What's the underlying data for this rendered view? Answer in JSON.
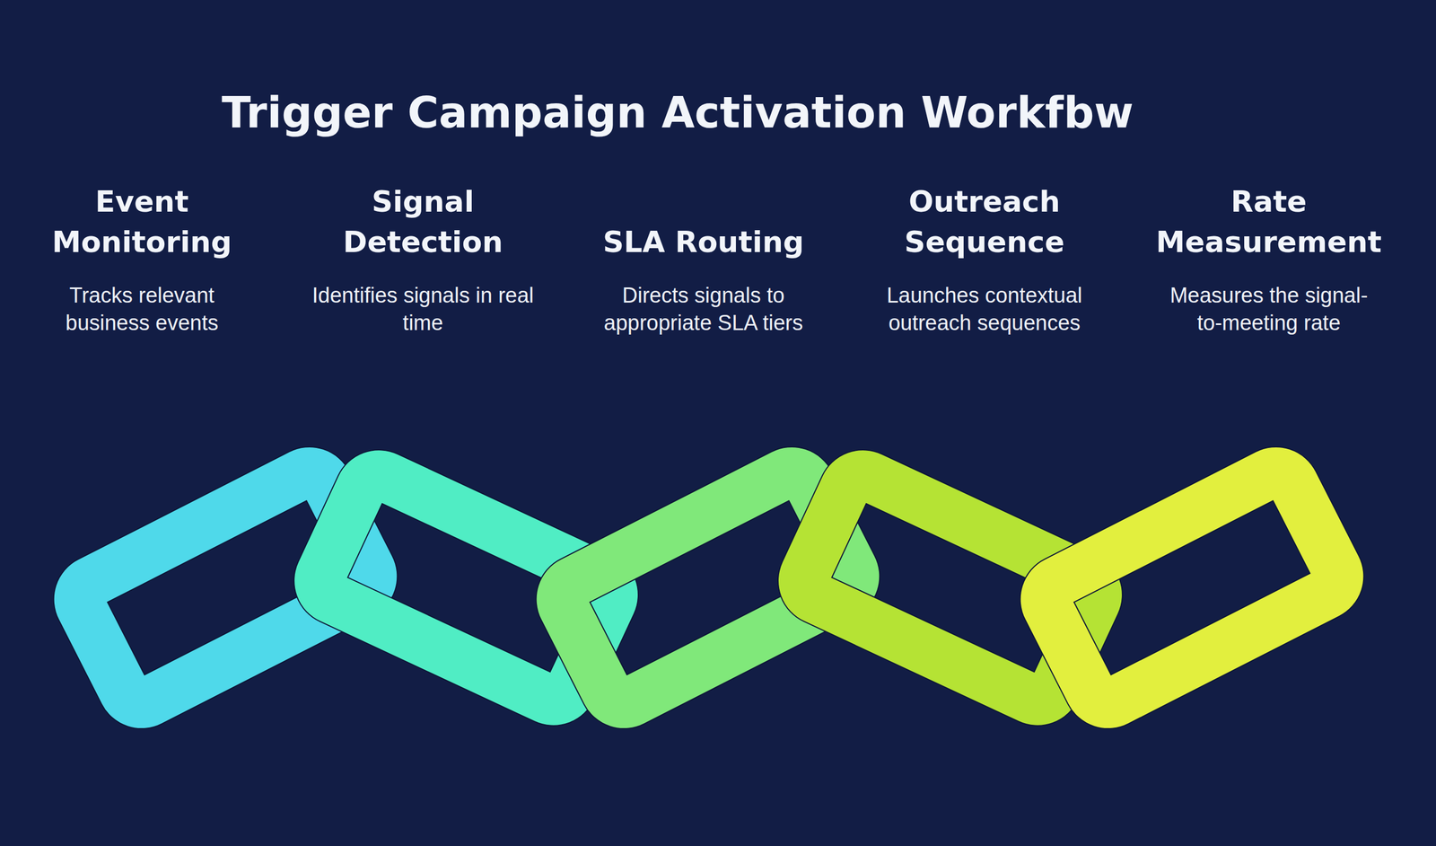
{
  "diagram": {
    "title": "Trigger Campaign Activation Workfbw",
    "nodes": [
      {
        "text": [
          "Event Monitoring",
          "Tracks relevant business events"
        ]
      },
      {
        "text": [
          "Signal Detection",
          "Identifies signals in real time"
        ]
      },
      {
        "text": [
          "SLA Routing",
          "Directs signals to appropriate SLA tiers"
        ]
      },
      {
        "text": [
          "Outreach Sequence",
          "Launches contextual outreach sequences"
        ]
      },
      {
        "text": [
          "Rate Measurement",
          "Measures the signal-to-meeting rate"
        ]
      }
    ]
  }
}
